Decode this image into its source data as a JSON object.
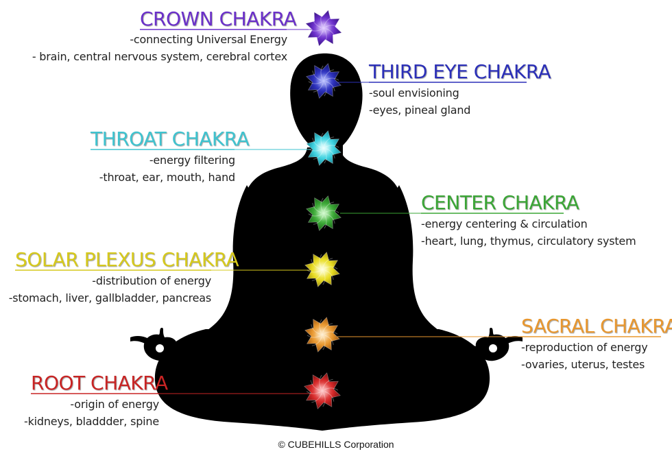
{
  "chakras": {
    "crown": {
      "title": "CROWN CHAKRA",
      "line1": "-connecting Universal Energy",
      "line2": "- brain, central nervous system, cerebral cortex",
      "color": "#6a2fc9"
    },
    "third_eye": {
      "title": "THIRD EYE CHAKRA",
      "line1": "-soul envisioning",
      "line2": "-eyes, pineal gland",
      "color": "#2b2fb8"
    },
    "throat": {
      "title": "THROAT CHAKRA",
      "line1": "-energy filtering",
      "line2": "-throat, ear, mouth, hand",
      "color": "#3fc3cf"
    },
    "center": {
      "title": "CENTER CHAKRA",
      "line1": "-energy centering & circulation",
      "line2": "-heart, lung, thymus, circulatory system",
      "color": "#3aa535"
    },
    "solar_plexus": {
      "title": "SOLAR PLEXUS CHAKRA",
      "line1": "-distribution of energy",
      "line2": "-stomach, liver, gallbladder, pancreas",
      "color": "#d6c91c"
    },
    "sacral": {
      "title": "SACRAL CHAKRA",
      "line1": "-reproduction of energy",
      "line2": "-ovaries, uterus, testes",
      "color": "#e8972f"
    },
    "root": {
      "title": "ROOT CHAKRA",
      "line1": "-origin of energy",
      "line2": "-kidneys, bladdder, spine",
      "color": "#c82424"
    }
  },
  "silhouette_color": "#000000",
  "copyright": "© CUBEHILLS Corporation"
}
